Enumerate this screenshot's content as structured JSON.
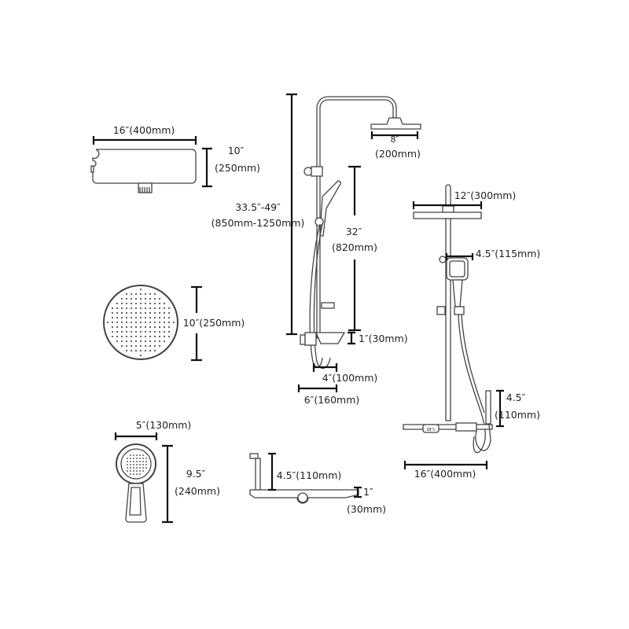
{
  "shelf_top": {
    "width": "16″(400mm)",
    "depth_in": "10″",
    "depth_mm": "(250mm)"
  },
  "rain_head_round": {
    "diameter": "10″(250mm)"
  },
  "handheld": {
    "width": "5″(130mm)",
    "length_in": "9.5″",
    "length_mm": "(240mm)"
  },
  "side_view": {
    "height_in": "33.5″-49″",
    "height_mm": "(850mm-1250mm)",
    "head_in": "8″",
    "head_mm": "(200mm)",
    "slide_in": "32″",
    "slide_mm": "(820mm)",
    "shelf_thick": "1″(30mm)",
    "offset_a": "4″(100mm)",
    "offset_b": "6″(160mm)"
  },
  "front_view": {
    "head": "12″(300mm)",
    "handheld_width": "4.5″(115mm)",
    "spout_in": "4.5″",
    "spout_mm": "(110mm)",
    "shelf_width": "16″(400mm)",
    "display": "38°c"
  },
  "shelf_side": {
    "height": "4.5″(110mm)",
    "thick_in": "1″",
    "thick_mm": "(30mm)"
  }
}
